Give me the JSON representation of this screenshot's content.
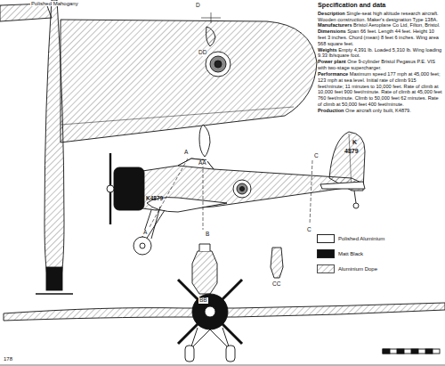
{
  "diagram": {
    "title": "Specification and data",
    "labels": [
      "Polished Mahogany",
      "D",
      "DD",
      "Description",
      "Single-seat high altitude research aircraft. Wooden construction. Maker's designation Type 138A.",
      "Manufacturers",
      "Bristol Aeroplane Co Ltd, Filton, Bristol.",
      "Dimensions",
      "Span 66 feet. Length 44 feet. Height 10 feet 3 inches. Chord (mean) 8 feet 6 inches. Wing area 568 square feet.",
      "Weights",
      "Empty 4,391 lb. Loaded 5,310 lb. Wing loading 9.33 lb/square foot.",
      "Power plant",
      "One 9-cylinder Bristol Pegasus P.E. VIS with two-stage supercharger.",
      "Performance",
      "Maximum speed 177 mph at 45,000 feet; 123 mph at sea level. Initial rate of climb 915 feet/minute; 11 minutes to 10,000 feet. Rate of climb at 10,000 feet 900 feet/minute. Rate of climb at 45,000 feet 760 feet/minute. Climb to 50,000 feet 62 minutes. Rate of climb at 50,000 feet 400 feet/minute.",
      "Production",
      "One aircraft only built, K4879.",
      "A",
      "AA",
      "A",
      "C",
      "C",
      "CC",
      "K",
      "4879",
      "K4879",
      "B",
      "BB",
      "178"
    ],
    "legend": [
      {
        "text": "Polished Aluminium",
        "color": "#ffffff"
      },
      {
        "text": "Matt Black",
        "color": "#111111"
      },
      {
        "text": "Aluminium Dope"
      }
    ]
  }
}
